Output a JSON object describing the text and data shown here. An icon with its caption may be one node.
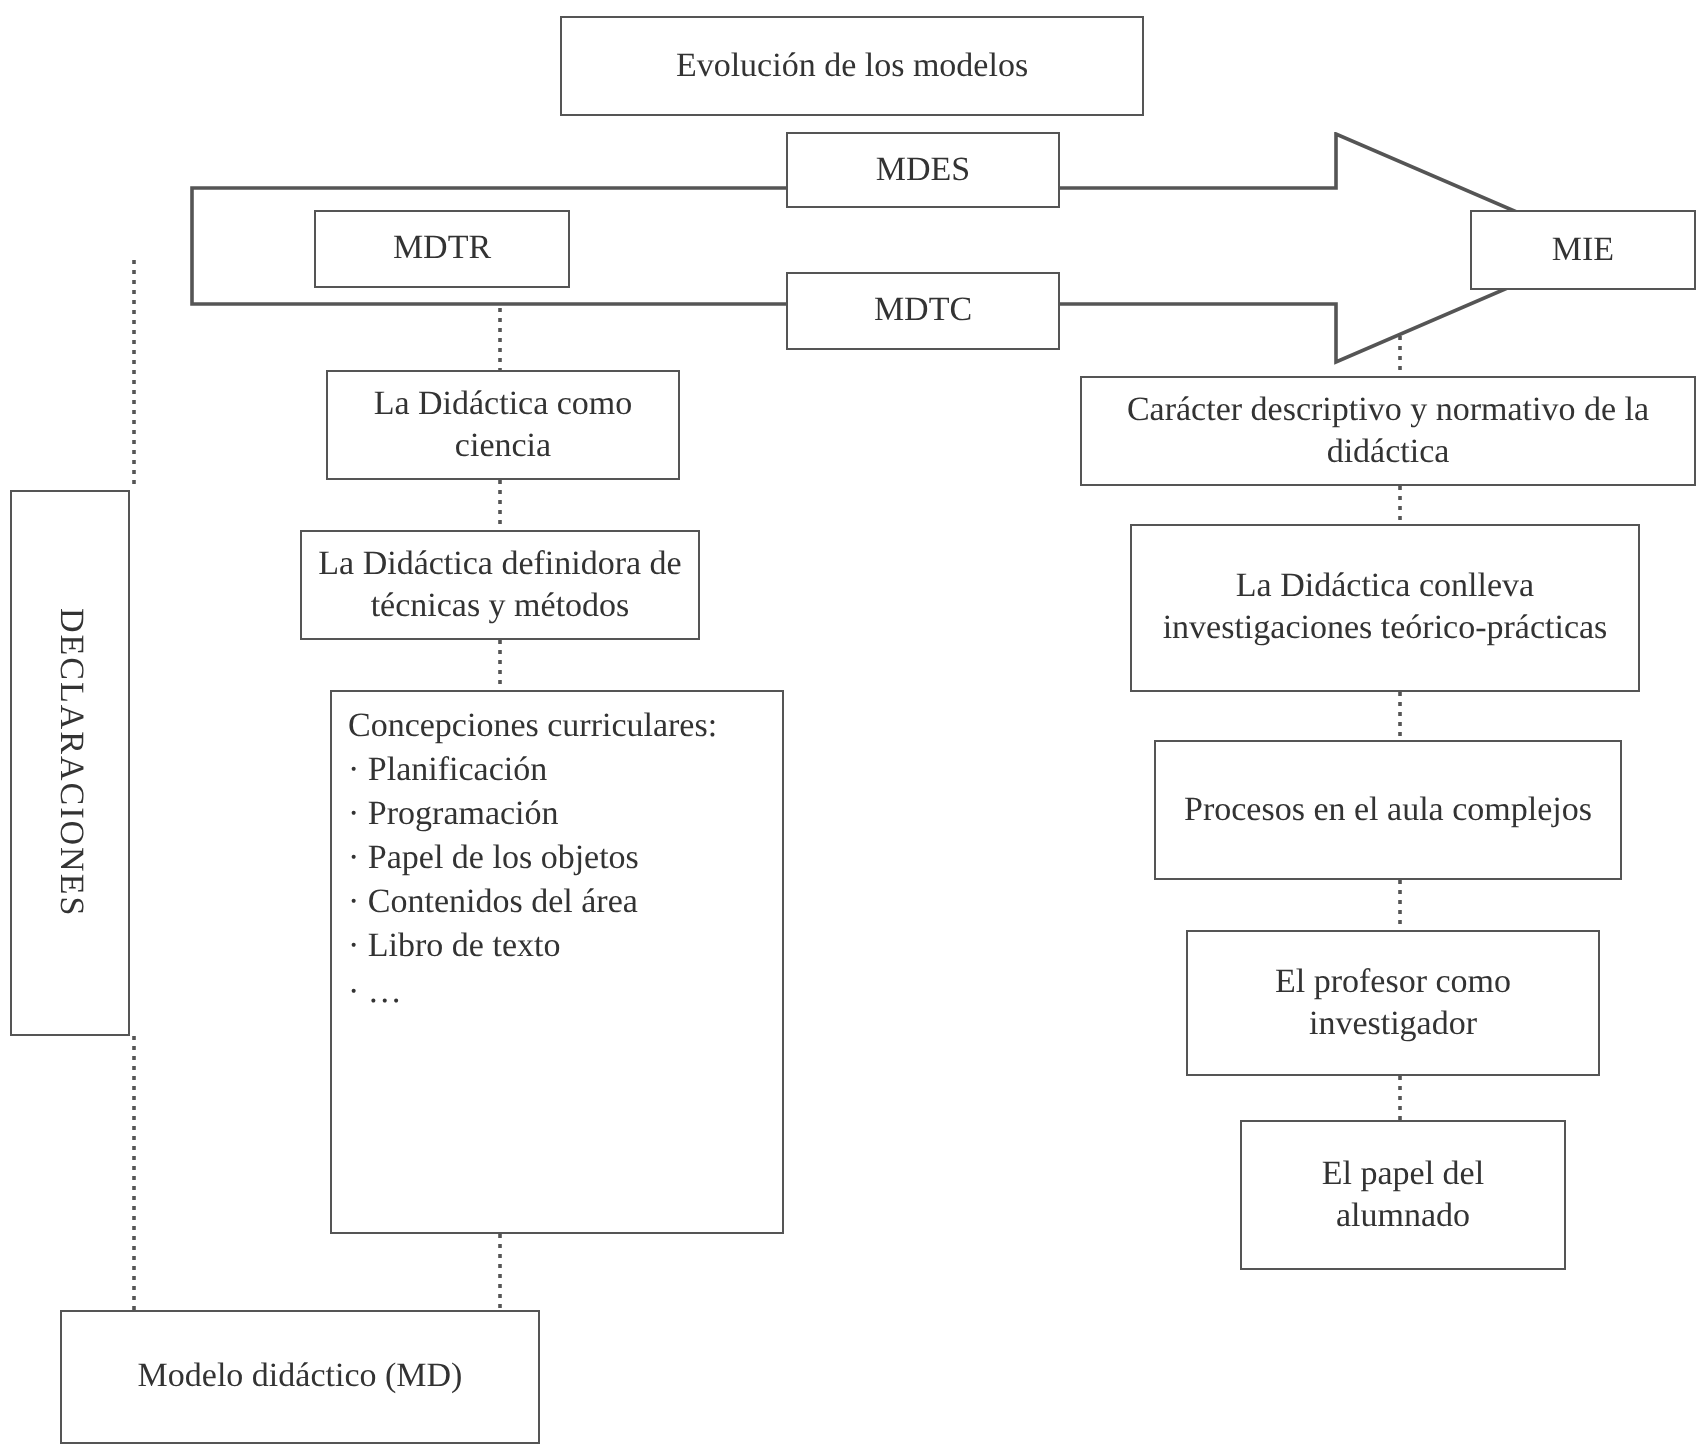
{
  "diagram": {
    "nodes": [
      {
        "text": [
          "Evolución de los modelos"
        ]
      },
      {
        "text": [],
        "shape": "arrow"
      },
      {
        "text": [
          "MDES"
        ]
      },
      {
        "text": [
          "MDTR"
        ],
        "in": 1
      },
      {
        "text": [
          "MIE"
        ]
      },
      {
        "text": [
          "MDTC"
        ]
      },
      {
        "text": [
          "La Didáctica como ciencia"
        ]
      },
      {
        "text": [
          "Carácter descriptivo y normativo de la didáctica"
        ]
      },
      {
        "text": [
          "DECLARACIONES"
        ]
      },
      {
        "text": [
          "La Didáctica definidora de técnicas y métodos"
        ]
      },
      {
        "text": [
          "La Didáctica conlleva investigaciones teórico-prácticas"
        ]
      },
      {
        "text": [
          "Procesos en el aula complejos"
        ]
      },
      {
        "text": [
          "Concepciones curriculares:",
          "· Planificación",
          "· Programación",
          "· Papel de los objetos",
          "· Contenidos del área",
          "· Libro de texto",
          "· …"
        ]
      },
      {
        "text": [
          "El profesor como investigador"
        ]
      },
      {
        "text": [
          "El papel del alumnado"
        ]
      },
      {
        "text": [
          "Modelo didáctico (MD)"
        ]
      }
    ],
    "edges": [
      {
        "from": 3,
        "to": 6,
        "arrow": "none",
        "style": "dashed"
      },
      {
        "from": 6,
        "to": 9,
        "arrow": "none",
        "style": "dashed"
      },
      {
        "from": 9,
        "to": 12,
        "arrow": "none",
        "style": "dashed"
      },
      {
        "from": 12,
        "to": 15,
        "arrow": "none",
        "style": "dashed"
      },
      {
        "from": null,
        "to": 8,
        "arrow": "none",
        "style": "dashed"
      },
      {
        "from": 8,
        "to": 15,
        "arrow": "none",
        "style": "dashed"
      },
      {
        "from": 1,
        "to": 7,
        "arrow": "none",
        "style": "dashed"
      },
      {
        "from": 7,
        "to": 10,
        "arrow": "none",
        "style": "dashed"
      },
      {
        "from": 10,
        "to": 11,
        "arrow": "none",
        "style": "dashed"
      },
      {
        "from": 11,
        "to": 13,
        "arrow": "none",
        "style": "dashed"
      },
      {
        "from": 13,
        "to": 14,
        "arrow": "none",
        "style": "dashed"
      }
    ]
  }
}
